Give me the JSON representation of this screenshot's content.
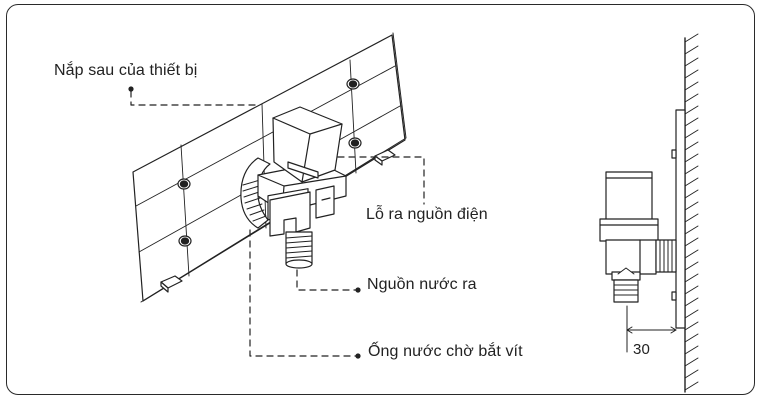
{
  "labels": {
    "back_cover": "Nắp sau của thiết bị",
    "power_outlet_hole": "Lỗ ra nguồn điện",
    "water_outlet": "Nguồn nước ra",
    "threaded_inlet_pipe": "Ống nước chờ bắt vít"
  },
  "dimension": {
    "value": "30"
  }
}
